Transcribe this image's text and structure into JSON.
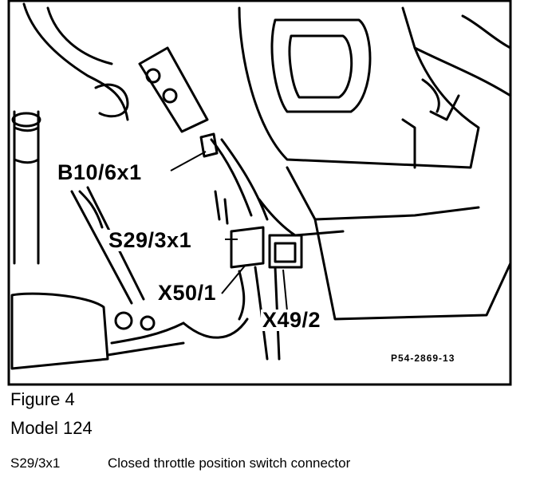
{
  "labels": {
    "b10": "B10/6x1",
    "s29": "S29/3x1",
    "x50": "X50/1",
    "x49": "X49/2",
    "ref": "P54-2869-13"
  },
  "caption": {
    "figure": "Figure 4",
    "model": "Model 124"
  },
  "legend": {
    "code": "S29/3x1",
    "description": "Closed throttle position switch connector"
  }
}
